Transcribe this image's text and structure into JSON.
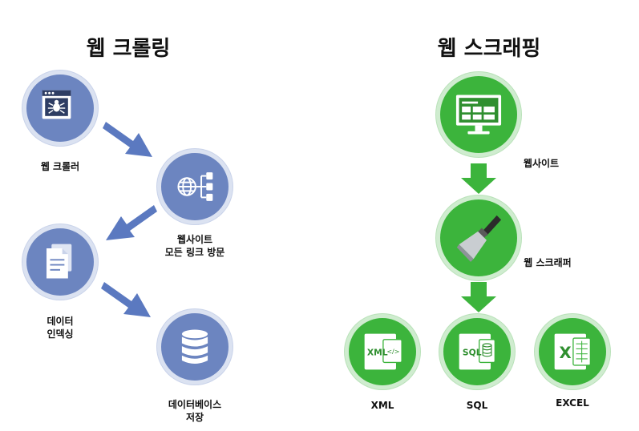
{
  "crawling": {
    "title": "웹 크롤링",
    "nodes": [
      {
        "lines": [
          "웹 크롤러"
        ],
        "icon": "browser-bug-icon"
      },
      {
        "lines": [
          "웹사이트",
          "모든 링크 방문"
        ],
        "icon": "globe-network-icon"
      },
      {
        "lines": [
          "데이터",
          "인덱싱"
        ],
        "icon": "documents-icon"
      },
      {
        "lines": [
          "데이터베이스",
          "저장"
        ],
        "icon": "database-icon"
      }
    ]
  },
  "scraping": {
    "title": "웹 스크래핑",
    "nodes": [
      {
        "lines": [
          "웹사이트"
        ],
        "icon": "monitor-icon"
      },
      {
        "lines": [
          "웹 스크래퍼"
        ],
        "icon": "scraper-icon"
      }
    ],
    "outputs": [
      {
        "label": "XML",
        "icon": "xml-file-icon",
        "badge": "XML"
      },
      {
        "label": "SQL",
        "icon": "sql-file-icon",
        "badge": "SQL"
      },
      {
        "label": "EXCEL",
        "icon": "excel-file-icon",
        "badge": "X"
      }
    ]
  },
  "colors": {
    "crawl": "#6c85c0",
    "scrape": "#3cb43c",
    "crawl_arrow": "#5b79c0",
    "scrape_arrow": "#3cb43c"
  }
}
